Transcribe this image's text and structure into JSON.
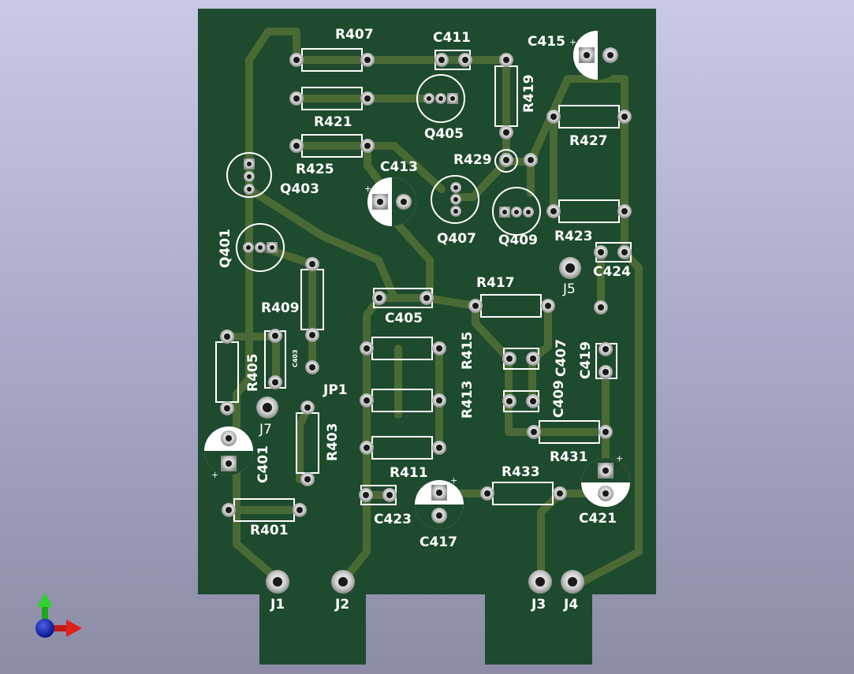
{
  "viewer": {
    "background_top": "#c9c9e6",
    "background_bottom": "#8c8ca6",
    "board_color": "#1e4a2d",
    "trace_color": "#4a6a35",
    "silkscreen_color": "#ffffff",
    "pad_color": "#d8d8d8"
  },
  "labels": {
    "R407": "R407",
    "C411": "C411",
    "C415": "C415",
    "R419": "R419",
    "R421": "R421",
    "Q405": "Q405",
    "R427": "R427",
    "R425": "R425",
    "C413": "C413",
    "R429": "R429",
    "Q403": "Q403",
    "Q407": "Q407",
    "Q409": "Q409",
    "R423": "R423",
    "Q401": "Q401",
    "C424": "C424",
    "J5": "J5",
    "R409": "R409",
    "R417": "R417",
    "C405": "C405",
    "R415": "R415",
    "C407": "C407",
    "C419": "C419",
    "R405": "R405",
    "C403": "C403",
    "JP1": "JP1",
    "R413": "R413",
    "C409": "C409",
    "J7": "J7",
    "R403": "R403",
    "R431": "R431",
    "C401": "C401",
    "R411": "R411",
    "R433": "R433",
    "C421": "C421",
    "R401": "R401",
    "C423": "C423",
    "C417": "C417",
    "J1": "J1",
    "J2": "J2",
    "J3": "J3",
    "J4": "J4"
  },
  "axes": {
    "x_color": "#e0201a",
    "y_color": "#1aa81a",
    "z_color": "#1a2fc8",
    "x_icon": "x-axis-arrow",
    "y_icon": "y-axis-arrow",
    "z_icon": "z-axis-origin"
  }
}
